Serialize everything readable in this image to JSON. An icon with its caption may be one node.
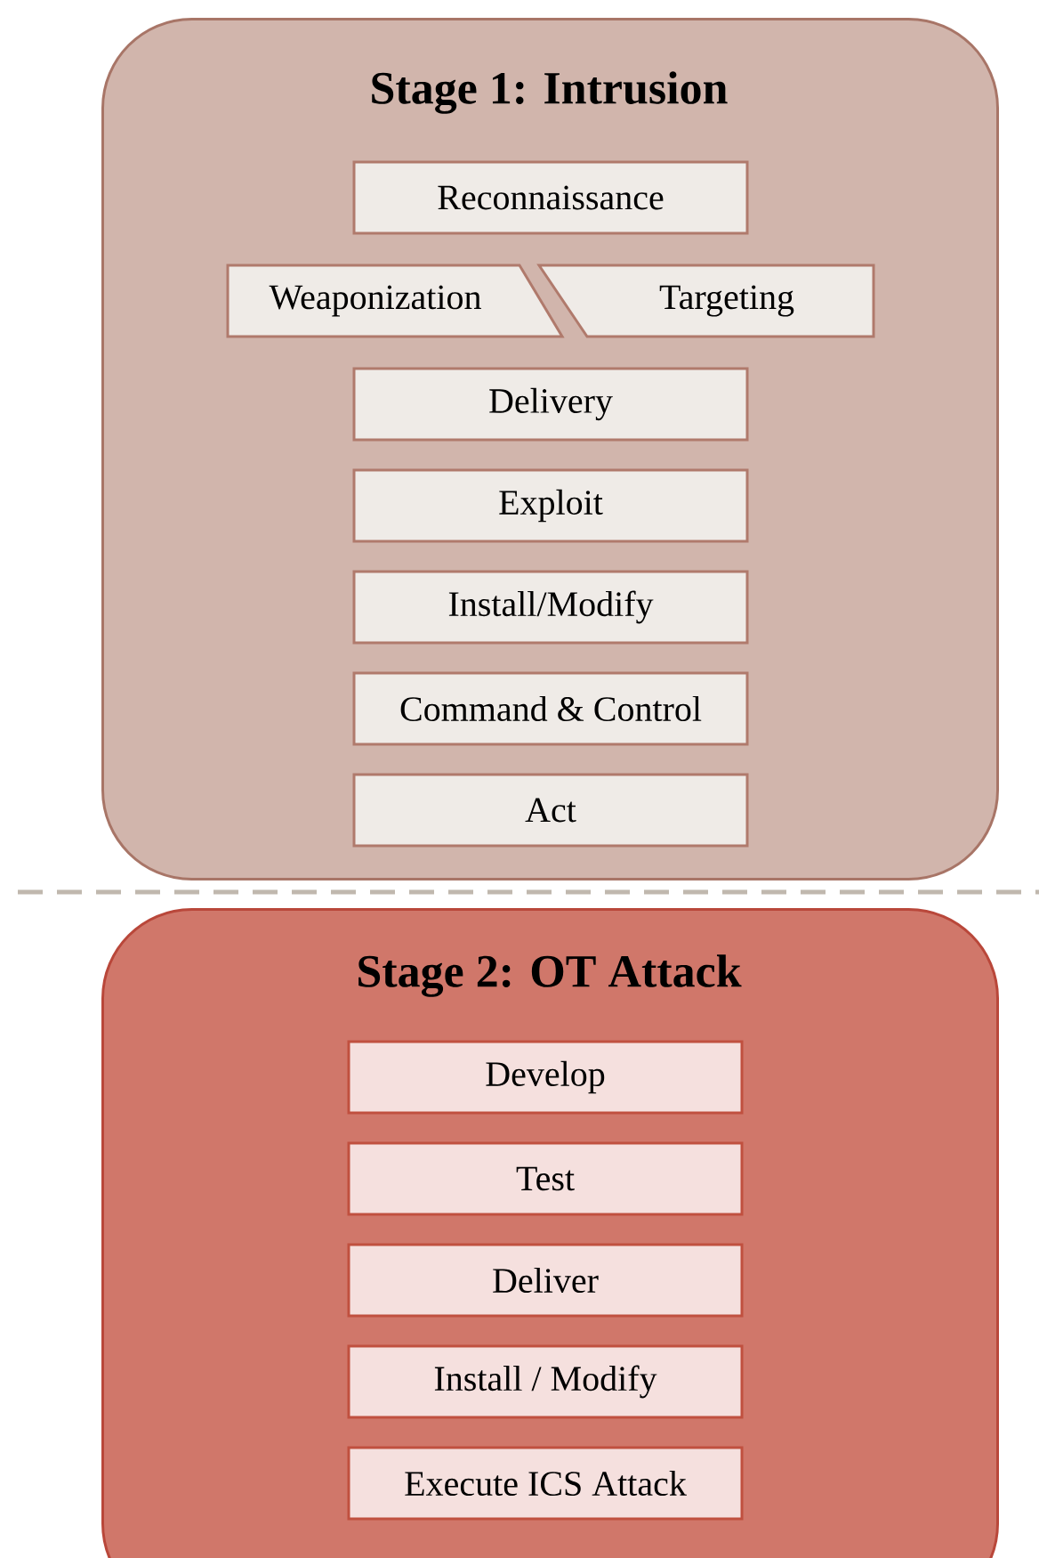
{
  "diagram": {
    "nodes": [
      {
        "text": [
          "Stage 1: Intrusion"
        ]
      },
      {
        "text": [
          "Reconnaissance"
        ],
        "in": 0
      },
      {
        "text": [
          "Weaponization"
        ],
        "in": 0
      },
      {
        "text": [
          "Targeting"
        ],
        "in": 0
      },
      {
        "text": [
          "Delivery"
        ],
        "in": 0
      },
      {
        "text": [
          "Exploit"
        ],
        "in": 0
      },
      {
        "text": [
          "Install/Modify"
        ],
        "in": 0
      },
      {
        "text": [
          "Command & Control"
        ],
        "in": 0
      },
      {
        "text": [
          "Act"
        ],
        "in": 0
      },
      {
        "text": [
          "Stage 2: OT Attack"
        ]
      },
      {
        "text": [
          "Develop"
        ],
        "in": 9
      },
      {
        "text": [
          "Test"
        ],
        "in": 9
      },
      {
        "text": [
          "Deliver"
        ],
        "in": 9
      },
      {
        "text": [
          "Install / Modify"
        ],
        "in": 9
      },
      {
        "text": [
          "Execute ICS Attack"
        ],
        "in": 9
      }
    ],
    "edges": []
  }
}
